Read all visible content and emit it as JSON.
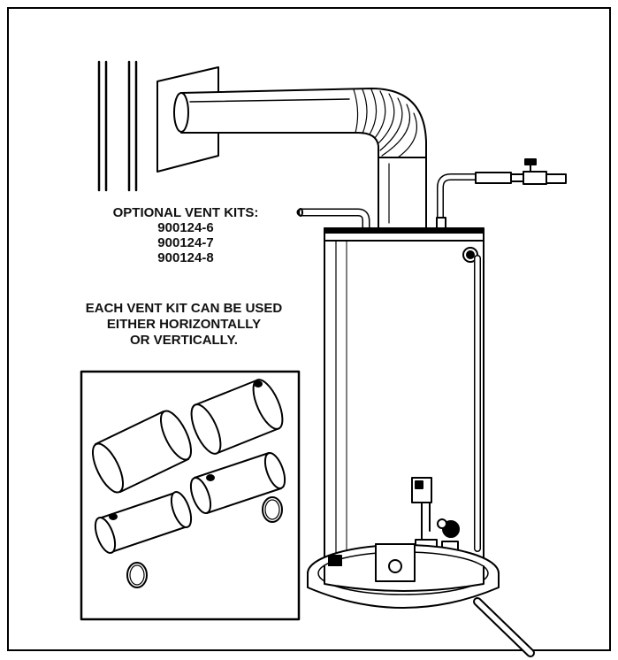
{
  "kits": {
    "title": "OPTIONAL VENT KITS:",
    "numbers": [
      "900124-6",
      "900124-7",
      "900124-8"
    ]
  },
  "note": {
    "lines": [
      "EACH VENT KIT CAN BE USED",
      "EITHER HORIZONTALLY",
      "OR VERTICALLY."
    ]
  },
  "colors": {
    "line": "#000000",
    "fill": "#ffffff"
  }
}
